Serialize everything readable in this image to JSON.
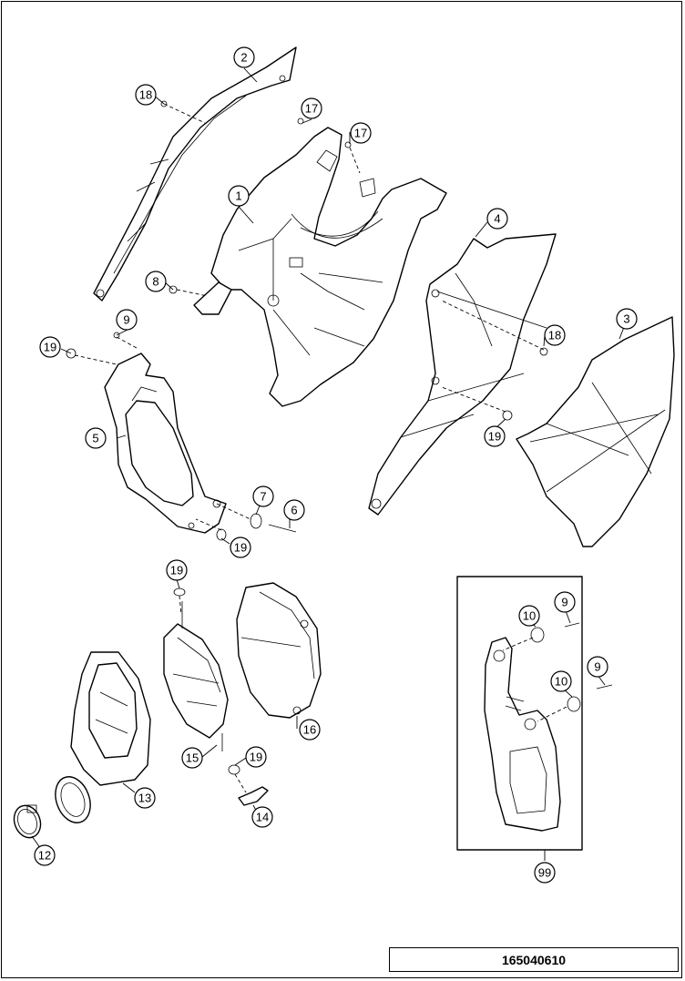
{
  "document_number": "165040610",
  "callouts": [
    {
      "id": "c1",
      "label": "1"
    },
    {
      "id": "c2",
      "label": "2"
    },
    {
      "id": "c3",
      "label": "3"
    },
    {
      "id": "c4",
      "label": "4"
    },
    {
      "id": "c5",
      "label": "5"
    },
    {
      "id": "c6",
      "label": "6"
    },
    {
      "id": "c7",
      "label": "7"
    },
    {
      "id": "c8",
      "label": "8"
    },
    {
      "id": "c9a",
      "label": "9"
    },
    {
      "id": "c9b",
      "label": "9"
    },
    {
      "id": "c9c",
      "label": "9"
    },
    {
      "id": "c10a",
      "label": "10"
    },
    {
      "id": "c10b",
      "label": "10"
    },
    {
      "id": "c12",
      "label": "12"
    },
    {
      "id": "c13",
      "label": "13"
    },
    {
      "id": "c14",
      "label": "14"
    },
    {
      "id": "c15",
      "label": "15"
    },
    {
      "id": "c16",
      "label": "16"
    },
    {
      "id": "c17a",
      "label": "17"
    },
    {
      "id": "c17b",
      "label": "17"
    },
    {
      "id": "c18a",
      "label": "18"
    },
    {
      "id": "c18b",
      "label": "18"
    },
    {
      "id": "c19a",
      "label": "19"
    },
    {
      "id": "c19b",
      "label": "19"
    },
    {
      "id": "c19c",
      "label": "19"
    },
    {
      "id": "c19d",
      "label": "19"
    },
    {
      "id": "c19e",
      "label": "19"
    },
    {
      "id": "c99",
      "label": "99"
    }
  ]
}
